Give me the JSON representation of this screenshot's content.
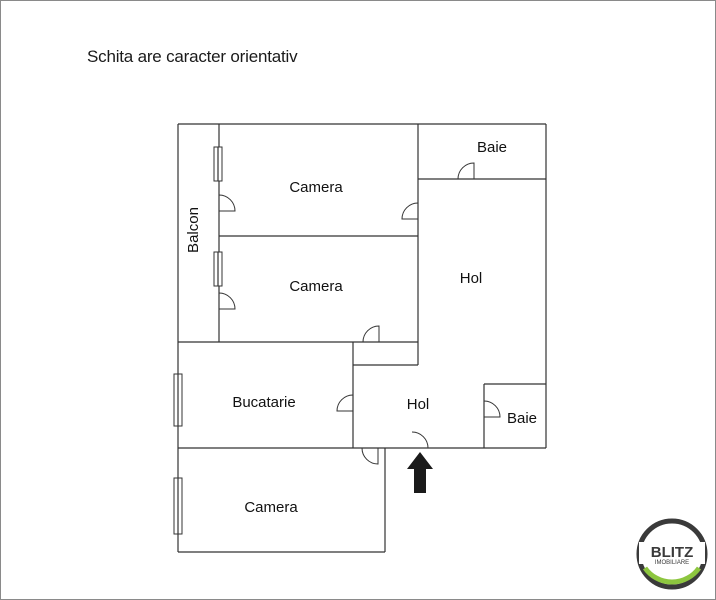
{
  "caption": "Schita are caracter orientativ",
  "rooms": {
    "camera_top": "Camera",
    "camera_mid": "Camera",
    "camera_bottom": "Camera",
    "balcon": "Balcon",
    "baie_top": "Baie",
    "baie_right": "Baie",
    "hol_large": "Hol",
    "hol_small": "Hol",
    "bucatarie": "Bucatarie"
  },
  "logo": {
    "brand": "BLITZ",
    "sub": "IMOBILIARE",
    "ring_color": "#3a3a3a",
    "accent_color": "#8dc63f"
  },
  "entrance_arrow": "arrow-up-icon"
}
